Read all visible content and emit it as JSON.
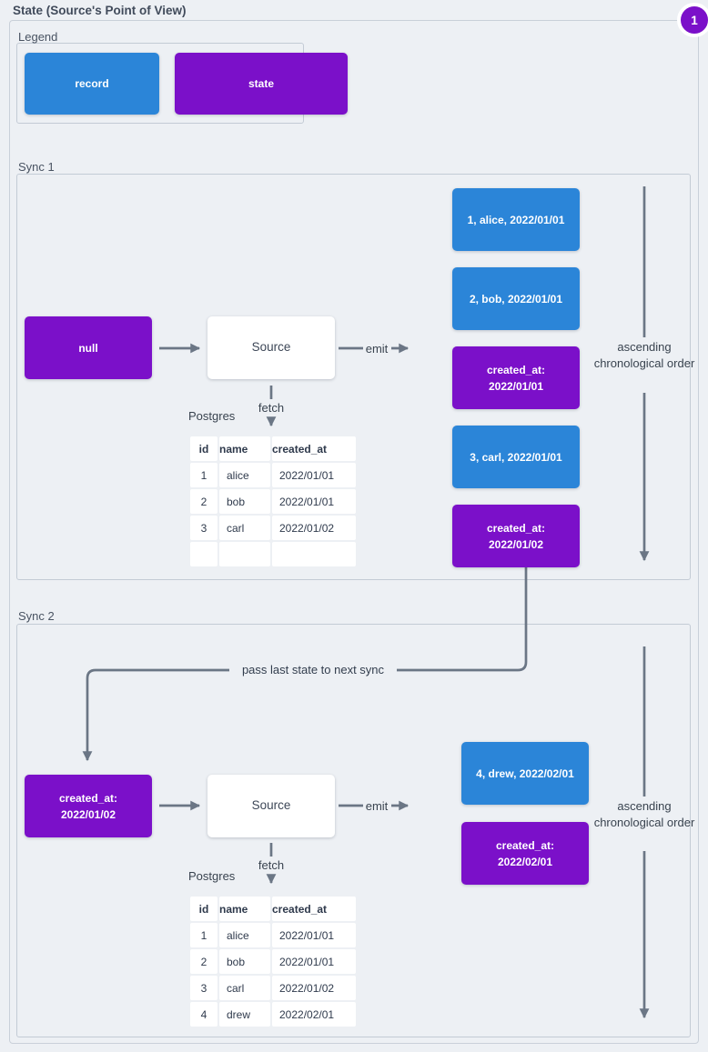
{
  "title": "State (Source's Point of View)",
  "step_badge": "1",
  "colors": {
    "record_blue": "#2b85d8",
    "state_purple": "#7b10c9",
    "arrow_gray": "#6b7685"
  },
  "legend": {
    "label": "Legend",
    "items": [
      {
        "type": "record",
        "label": "record"
      },
      {
        "type": "state",
        "label": "state"
      }
    ]
  },
  "connector_label": "pass last state to next sync",
  "syncs": [
    {
      "label": "Sync 1",
      "input_state": "null",
      "source_label": "Source",
      "emit_label": "emit",
      "fetch_label": "fetch",
      "database_label": "Postgres",
      "table": {
        "headers": [
          "id",
          "name",
          "created_at"
        ],
        "rows": [
          [
            "1",
            "alice",
            "2022/01/01"
          ],
          [
            "2",
            "bob",
            "2022/01/01"
          ],
          [
            "3",
            "carl",
            "2022/01/02"
          ],
          [
            "",
            "",
            ""
          ]
        ]
      },
      "emitted": [
        {
          "type": "record",
          "text": "1, alice, 2022/01/01"
        },
        {
          "type": "record",
          "text": "2, bob, 2022/01/01"
        },
        {
          "type": "state",
          "text": "created_at: 2022/01/01"
        },
        {
          "type": "record",
          "text": "3, carl, 2022/01/01"
        },
        {
          "type": "state",
          "text": "created_at: 2022/01/02"
        }
      ],
      "order_note": "ascending chronological order"
    },
    {
      "label": "Sync 2",
      "input_state": "created_at: 2022/01/02",
      "source_label": "Source",
      "emit_label": "emit",
      "fetch_label": "fetch",
      "database_label": "Postgres",
      "table": {
        "headers": [
          "id",
          "name",
          "created_at"
        ],
        "rows": [
          [
            "1",
            "alice",
            "2022/01/01"
          ],
          [
            "2",
            "bob",
            "2022/01/01"
          ],
          [
            "3",
            "carl",
            "2022/01/02"
          ],
          [
            "4",
            "drew",
            "2022/02/01"
          ]
        ]
      },
      "emitted": [
        {
          "type": "record",
          "text": "4, drew, 2022/02/01"
        },
        {
          "type": "state",
          "text": "created_at: 2022/02/01"
        }
      ],
      "order_note": "ascending chronological order"
    }
  ]
}
